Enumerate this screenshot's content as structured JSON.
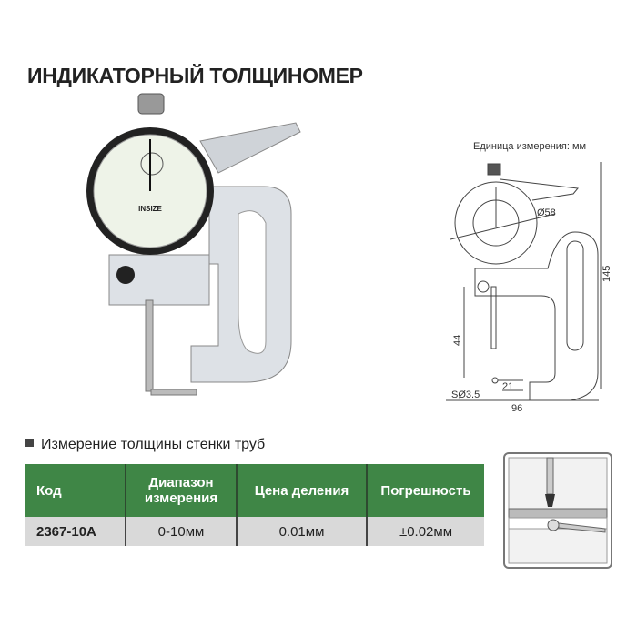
{
  "title": "ИНДИКАТОРНЫЙ ТОЛЩИНОМЕР",
  "unit_note": "Единица измерения: мм",
  "application": "Измерение толщины стенки труб",
  "table": {
    "headers": [
      "Код",
      "Диапазон измерения",
      "Цена деления",
      "Погрешность"
    ],
    "rows": [
      [
        "2367-10A",
        "0-10мм",
        "0.01мм",
        "±0.02мм"
      ]
    ]
  },
  "drawing": {
    "dial_diameter": "Ø58",
    "height": "145",
    "depth": "44",
    "width": "96",
    "anvil_length": "21",
    "ball": "SØ3.5"
  },
  "photo": {
    "brand": "INSIZE"
  },
  "colors": {
    "header_green": "#3f8646",
    "row_grey": "#d9d9d9"
  }
}
